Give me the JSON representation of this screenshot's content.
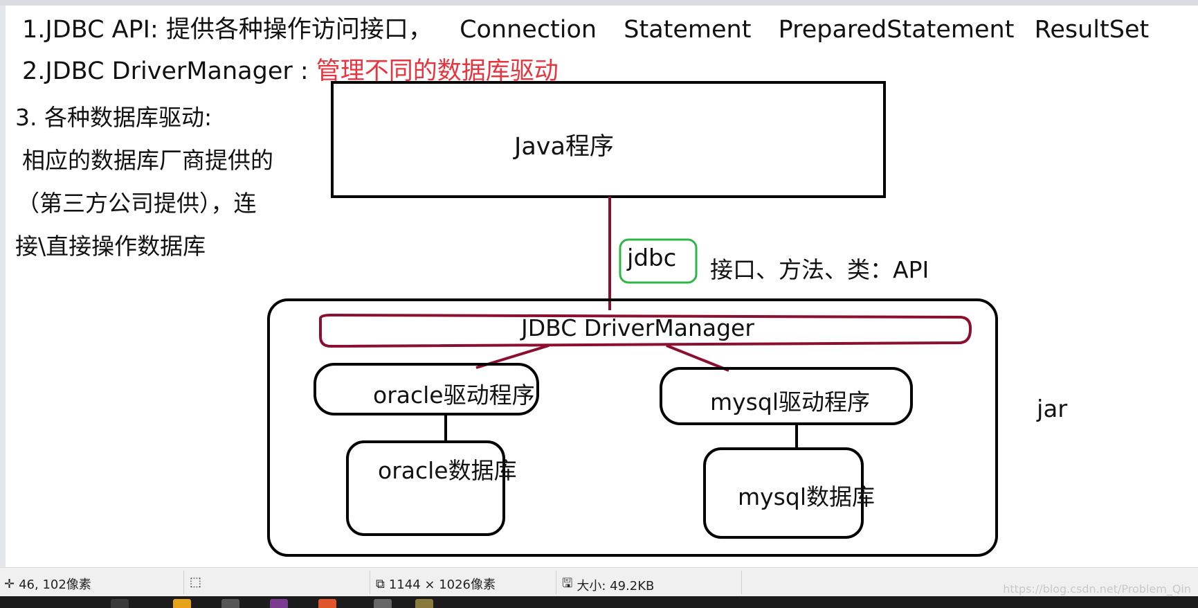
{
  "notes": {
    "line1_prefix": "1.JDBC API: 提供各种操作访问接口，",
    "line1_interfaces": [
      "Connection",
      "Statement",
      "PreparedStatement",
      "ResultSet"
    ],
    "line2_prefix": "2.JDBC DriverManager : ",
    "line2_highlight": "管理不同的数据库驱动",
    "line3": "3. 各种数据库驱动:",
    "line4": "相应的数据库厂商提供的",
    "line5": "（第三方公司提供），连",
    "line6": "接\\直接操作数据库"
  },
  "diagram": {
    "java_program": "Java程序",
    "jdbc_label": "jdbc",
    "api_note": "接口、方法、类：API",
    "driver_manager": "JDBC DriverManager",
    "oracle_driver": "oracle驱动程序",
    "oracle_db": "oracle数据库",
    "mysql_driver": "mysql驱动程序",
    "mysql_db": "mysql数据库",
    "jar_label": "jar",
    "colors": {
      "green": "#2db845",
      "red": "#e8343f",
      "dark_red": "#8b1030"
    }
  },
  "status_bar": {
    "cursor_pos": "46, 102像素",
    "dimensions": "1144 × 1026像素",
    "size": "大小: 49.2KB",
    "watermark": "https://blog.csdn.net/Problem_Qin",
    "icons": [
      "move-icon",
      "selection-icon",
      "resize-icon",
      "save-icon"
    ]
  }
}
